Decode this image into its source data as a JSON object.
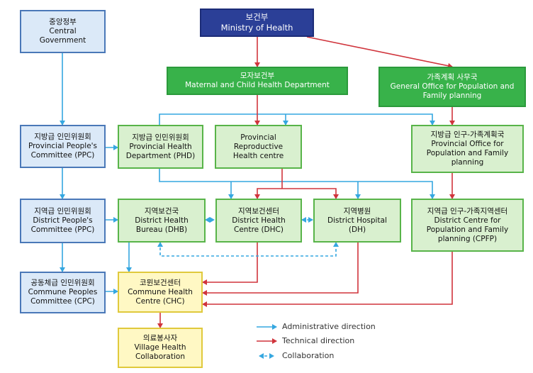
{
  "nodes": {
    "central_government": {
      "lines": [
        "중앙정부",
        "Central",
        "Government"
      ]
    },
    "ministry_of_health": {
      "lines": [
        "보건부",
        "Ministry of Health"
      ]
    },
    "mch_department": {
      "lines": [
        "모자보건부",
        "Maternal and Child Health Department"
      ]
    },
    "gopfp": {
      "lines": [
        "가족계획 사무국",
        "General Office for Population and",
        "Family planning"
      ]
    },
    "ppc": {
      "lines": [
        "지방급 인민위원회",
        "Provincial People's",
        "Committee (PPC)"
      ]
    },
    "phd": {
      "lines": [
        "지방급 인민위원회",
        "Provincial Health",
        "Department (PHD)"
      ]
    },
    "prhc": {
      "lines": [
        "Provincial",
        "Reproductive",
        "Health centre"
      ]
    },
    "popfp": {
      "lines": [
        "지방급 인구-가족계획국",
        "Provincial Office for",
        "Population and Family",
        "planning"
      ]
    },
    "dpc": {
      "lines": [
        "지역급 인민위원회",
        "District People's",
        "Committee (PPC)"
      ]
    },
    "dhb": {
      "lines": [
        "지역보건국",
        "District Health",
        "Bureau (DHB)"
      ]
    },
    "dhc": {
      "lines": [
        "지역보건센터",
        "District Health",
        "Centre (DHC)"
      ]
    },
    "dh": {
      "lines": [
        "지역병원",
        "District Hospital",
        "(DH)"
      ]
    },
    "dcpfp": {
      "lines": [
        "지역급 인구-가족지역센터",
        "District Centre for",
        "Population and Family",
        "planning (CPFP)"
      ]
    },
    "cpc": {
      "lines": [
        "공동체급 인민위원회",
        "Commune Peoples",
        "Committee (CPC)"
      ]
    },
    "chc": {
      "lines": [
        "코뮌보건센터",
        "Commune Health",
        "Centre (CHC)"
      ]
    },
    "vhc": {
      "lines": [
        "의료봉사자",
        "Village Health",
        "Collaboration"
      ]
    }
  },
  "legend": {
    "administrative": "Administrative direction",
    "technical": "Technical direction",
    "collaboration": "Collaboration"
  },
  "colors": {
    "administrative": "#35a7e0",
    "technical": "#d0343c",
    "collaboration": "#35a7e0"
  }
}
